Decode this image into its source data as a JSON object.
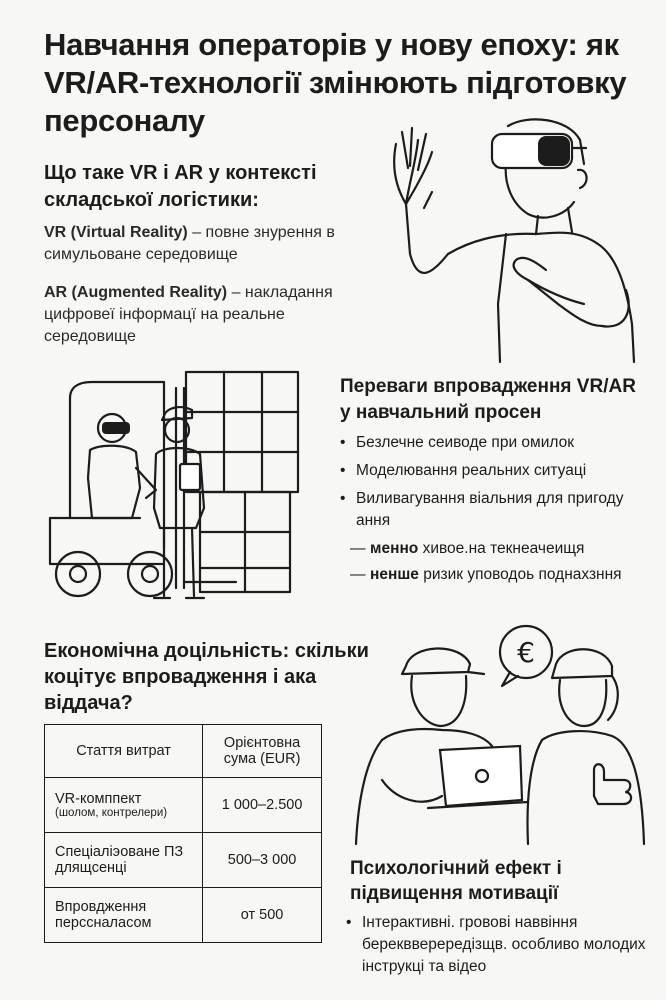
{
  "title": "Навчання операторів у нову епоху: як VR/AR-технології змінюють підготовку персоналу",
  "section1": {
    "heading": "Що таке VR і AR у контексті складської логістики:",
    "vr_term": "VR (Virtual Reality)",
    "vr_desc": " – повне знурення в симульоване середовище",
    "ar_term": "AR (Augmented Reality)",
    "ar_desc": " – накладання цифровеї інформацї на реальне середовище"
  },
  "section2": {
    "heading": "Переваги впровадження VR/AR у навчальний просен",
    "bullets": [
      "Безлечне сеиводе при омилок",
      "Моделювання реальних ситуаці",
      "Виливагування віальния для пригоду ання"
    ],
    "dash1_bold": "менно",
    "dash1_text": " хивое.на текнеачеищя",
    "dash2_bold": "ненше",
    "dash2_text": " ризик уповодоь поднахзння"
  },
  "section3": {
    "heading": "Економічна доцільність: скільки коцітує впровадження і ака віддача?",
    "table": {
      "col1": "Стаття витрат",
      "col2": "Орієнтовна сума (EUR)",
      "rows": [
        {
          "item": "VR-комппект",
          "note": "(шолом, контрелери)",
          "sum": "1 000–2.500"
        },
        {
          "item": "Спеціаліэоване ПЗ длящсенці",
          "note": "",
          "sum": "500–3 000"
        },
        {
          "item": "Впровдження перссналасом",
          "note": "",
          "sum": "от 500"
        }
      ]
    }
  },
  "section4": {
    "heading": "Психологічний ефект і підвищення мотивації",
    "bullets": [
      "Інтерактивні. гровові наввіння береквверередізщв. особливо молодих інструкці та відео"
    ]
  },
  "illustrations": {
    "euro_symbol": "€"
  }
}
